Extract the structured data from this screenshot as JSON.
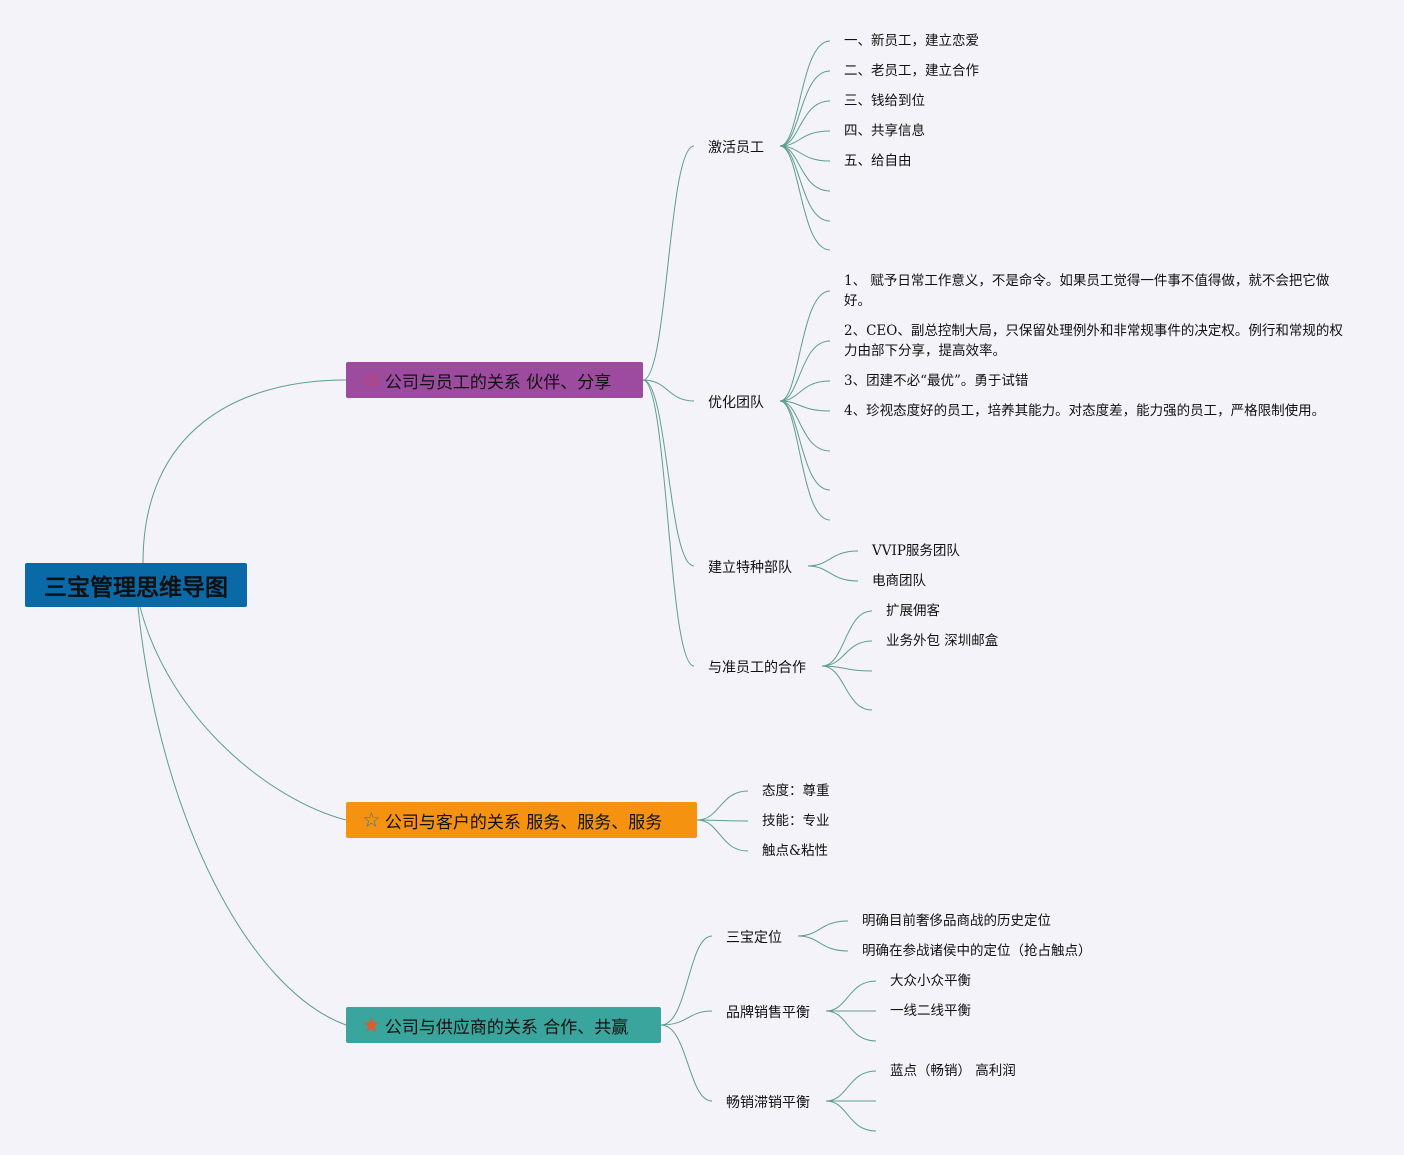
{
  "root": {
    "title": "三宝管理思维导图",
    "color": "#0a6aa8"
  },
  "branches": [
    {
      "title": "公司与员工的关系 伙伴、分享",
      "color": "#9c4b9f",
      "star_color": "#e03a4e",
      "icon": "star-outline-icon",
      "children": [
        {
          "title": "激活员工",
          "items": [
            "一、新员工，建立恋爱",
            "二、老员工，建立合作",
            "三、钱给到位",
            "四、共享信息",
            "五、给自由"
          ]
        },
        {
          "title": "优化团队",
          "items": [
            "1、 赋予日常工作意义，不是命令。如果员工觉得一件事不值得做，就不会把它做好。",
            "2、CEO、副总控制大局，只保留处理例外和非常规事件的决定权。例行和常规的权力由部下分享，提高效率。",
            "3、团建不必“最优”。勇于试错",
            "4、珍视态度好的员工，培养其能力。对态度差，能力强的员工，严格限制使用。"
          ]
        },
        {
          "title": "建立特种部队",
          "items": [
            "VVIP服务团队",
            "电商团队"
          ]
        },
        {
          "title": "与准员工的合作",
          "items": [
            "扩展佣客",
            "业务外包 深圳邮盒"
          ]
        }
      ]
    },
    {
      "title": "公司与客户的关系 服务、服务、服务",
      "color": "#f5920f",
      "star_color": "#2f7fa8",
      "icon": "star-outline-icon",
      "children": [
        {
          "title": "态度：尊重"
        },
        {
          "title": "技能：专业"
        },
        {
          "title": "触点&粘性"
        }
      ]
    },
    {
      "title": "公司与供应商的关系 合作、共赢",
      "color": "#3aa59c",
      "star_color": "#e05a2c",
      "icon": "star-filled-icon",
      "children": [
        {
          "title": "三宝定位",
          "items": [
            "明确目前奢侈品商战的历史定位",
            "明确在参战诸侯中的定位（抢占触点）"
          ]
        },
        {
          "title": "品牌销售平衡",
          "items": [
            "大众小众平衡",
            "一线二线平衡"
          ]
        },
        {
          "title": "畅销滞销平衡",
          "items": [
            "蓝点（畅销） 高利润"
          ]
        }
      ]
    }
  ],
  "line_color": "#5e9e8c"
}
